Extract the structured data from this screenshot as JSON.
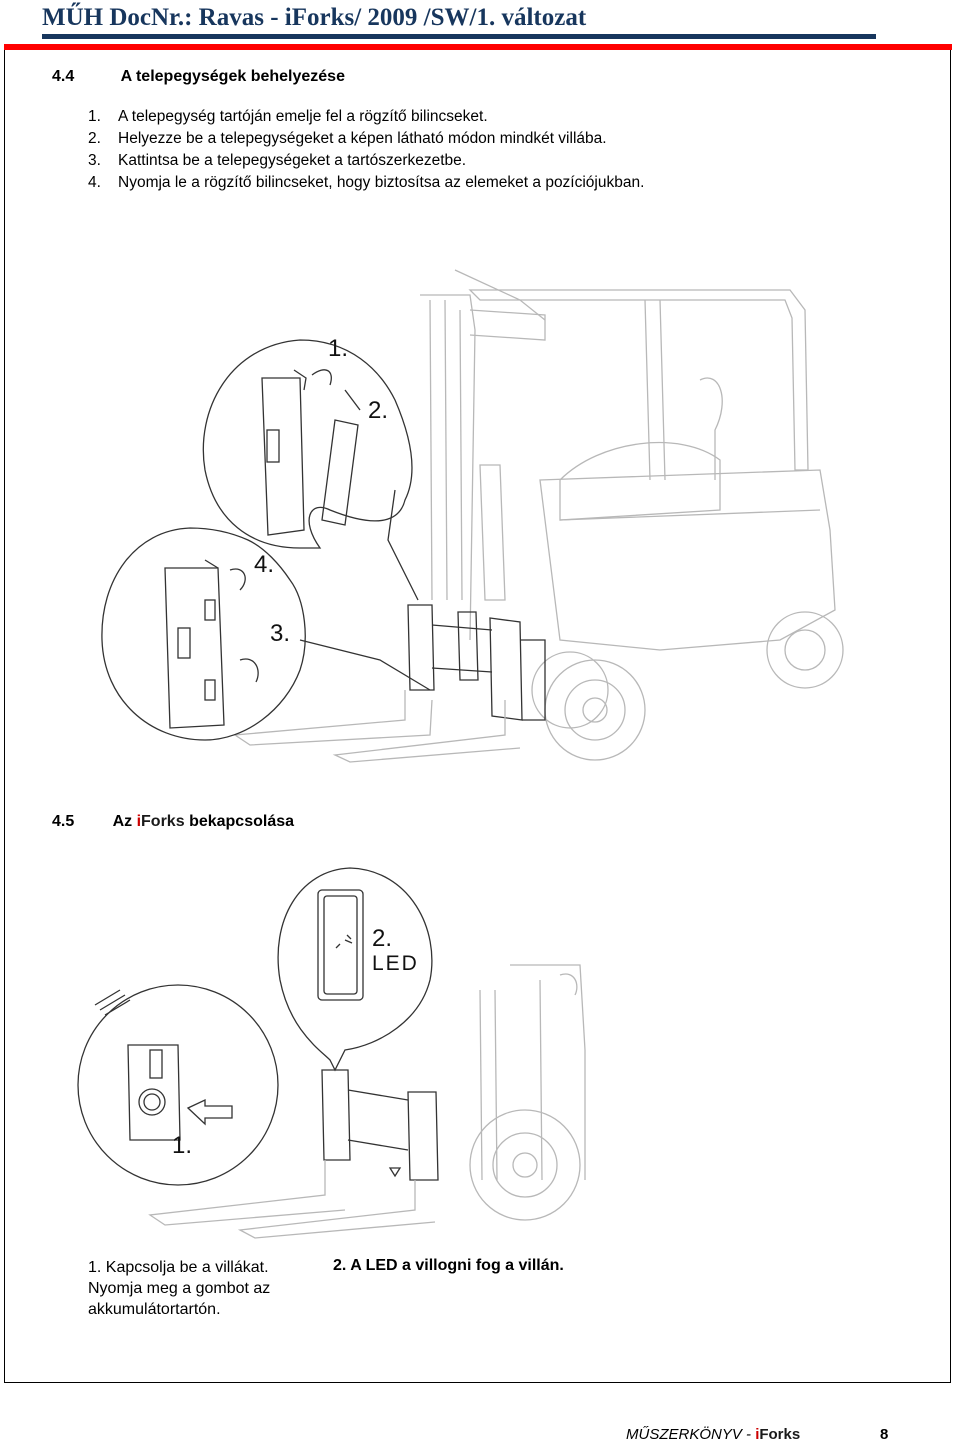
{
  "header": {
    "title": "MŰH DocNr.: Ravas - iForks/ 2009 /SW/1. változat"
  },
  "section_4_4": {
    "number": "4.4",
    "title": "A telepegységek behelyezése",
    "steps": [
      {
        "num": "1.",
        "text": "A telepegység tartóján emelje fel a rögzítő bilincseket."
      },
      {
        "num": "2.",
        "text": "Helyezze be a telepegységeket a képen látható módon mindkét villába."
      },
      {
        "num": "3.",
        "text": "Kattintsa be a telepegységeket a tartószerkezetbe."
      },
      {
        "num": "4.",
        "text": "Nyomja le a rögzítő bilincseket, hogy biztosítsa az elemeket a pozíciójukban."
      }
    ],
    "figure_labels": {
      "one": "1.",
      "two": "2.",
      "three": "3.",
      "four": "4."
    }
  },
  "section_4_5": {
    "number": "4.5",
    "title_prefix": "Az",
    "brand_i": "i",
    "brand_rest": "Forks",
    "title_suffix": "bekapcsolása",
    "figure_labels": {
      "one": "1.",
      "two": "2.",
      "led": "LED"
    },
    "caption_1": "1.  Kapcsolja be a villákat. Nyomja meg a gombot az akkumulátortartón.",
    "caption_2": "2.  A LED a villogni fog a villán."
  },
  "footer": {
    "manual": "MŰSZERKÖNYV -",
    "brand_i": "i",
    "brand_rest": "Forks",
    "page": "8"
  },
  "colors": {
    "header": "#17365d",
    "rule": "#ff0000",
    "brand_i": "#cc0000"
  }
}
